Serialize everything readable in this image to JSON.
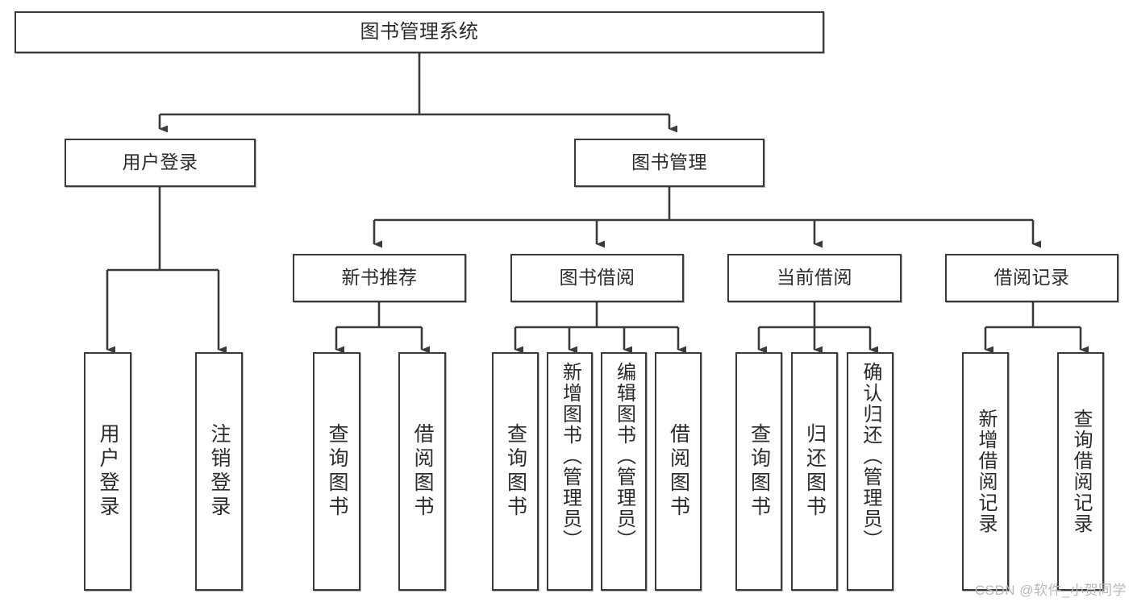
{
  "diagram": {
    "title": "图书管理系统",
    "type": "tree-hierarchy",
    "watermark": "CSDN @软件_小贺同学",
    "colors": {
      "box_border": "#3a3a3a",
      "box_fill": "#ffffff",
      "edge": "#3a3a3a",
      "text": "#2b2b2b",
      "watermark": "#b9b9b9"
    },
    "root": {
      "label": "图书管理系统"
    },
    "level2": [
      {
        "label": "用户登录"
      },
      {
        "label": "图书管理"
      }
    ],
    "level3": [
      {
        "label": "新书推荐"
      },
      {
        "label": "图书借阅"
      },
      {
        "label": "当前借阅"
      },
      {
        "label": "借阅记录"
      }
    ],
    "leaves": {
      "user_login": [
        {
          "label": "用户登录"
        },
        {
          "label": "注销登录"
        }
      ],
      "new_book": [
        {
          "label": "查询图书"
        },
        {
          "label": "借阅图书"
        }
      ],
      "book_borrow": [
        {
          "label": "查询图书"
        },
        {
          "label": "新增图书（管理员）"
        },
        {
          "label": "编辑图书（管理员）"
        },
        {
          "label": "借阅图书"
        }
      ],
      "current_borrow": [
        {
          "label": "查询图书"
        },
        {
          "label": "归还图书"
        },
        {
          "label": "确认归还（管理员）"
        }
      ],
      "borrow_record": [
        {
          "label": "新增借阅记录"
        },
        {
          "label": "查询借阅记录"
        }
      ]
    }
  }
}
